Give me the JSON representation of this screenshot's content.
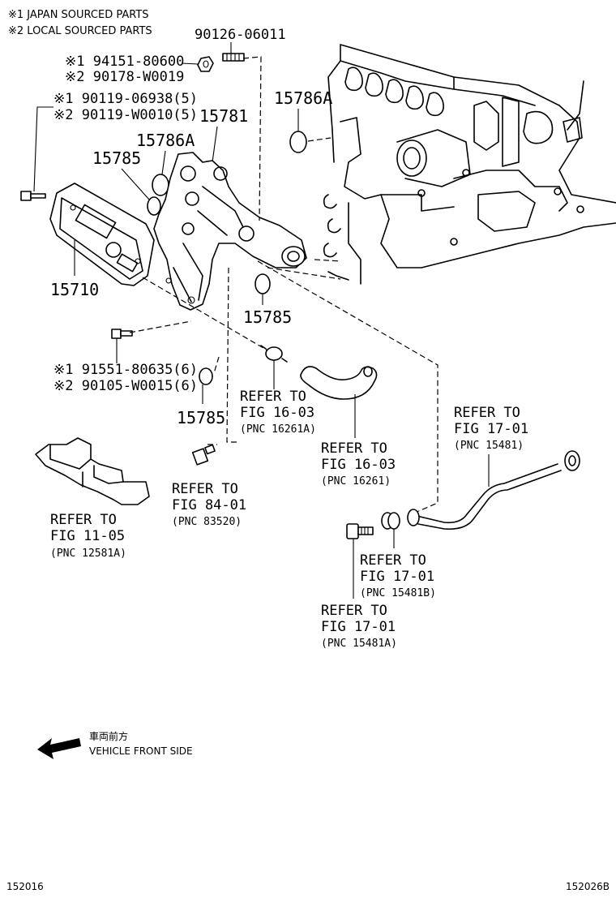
{
  "notes": {
    "n1": "※1 JAPAN SOURCED PARTS",
    "n2": "※2 LOCAL SOURCED PARTS"
  },
  "parts": {
    "p90126": "90126-06011",
    "p94151": "※1 94151-80600",
    "p90178": "※2 90178-W0019",
    "p90119a": "※1 90119-06938(5)",
    "p90119b": "※2 90119-W0010(5)",
    "p15781": "15781",
    "p15786a_1": "15786A",
    "p15786a_2": "15786A",
    "p15785_1": "15785",
    "p15785_2": "15785",
    "p15785_3": "15785",
    "p15710": "15710",
    "p91551": "※1 91551-80635(6)",
    "p90105": "※2 90105-W0015(6)"
  },
  "refs": {
    "r1": {
      "refer": "REFER TO",
      "fig": "FIG 16-03",
      "pnc": "(PNC 16261A)"
    },
    "r2": {
      "refer": "REFER TO",
      "fig": "FIG 16-03",
      "pnc": "(PNC 16261)"
    },
    "r3": {
      "refer": "REFER TO",
      "fig": "FIG 17-01",
      "pnc": "(PNC 15481)"
    },
    "r4": {
      "refer": "REFER TO",
      "fig": "FIG 84-01",
      "pnc": "(PNC 83520)"
    },
    "r5": {
      "refer": "REFER TO",
      "fig": "FIG 11-05",
      "pnc": "(PNC 12581A)"
    },
    "r6": {
      "refer": "REFER TO",
      "fig": "FIG 17-01",
      "pnc": "(PNC 15481B)"
    },
    "r7": {
      "refer": "REFER TO",
      "fig": "FIG 17-01",
      "pnc": "(PNC 15481A)"
    }
  },
  "direction": {
    "jp": "車両前方",
    "en": "VEHICLE FRONT SIDE"
  },
  "footer": {
    "left": "152016",
    "right": "152026B"
  }
}
